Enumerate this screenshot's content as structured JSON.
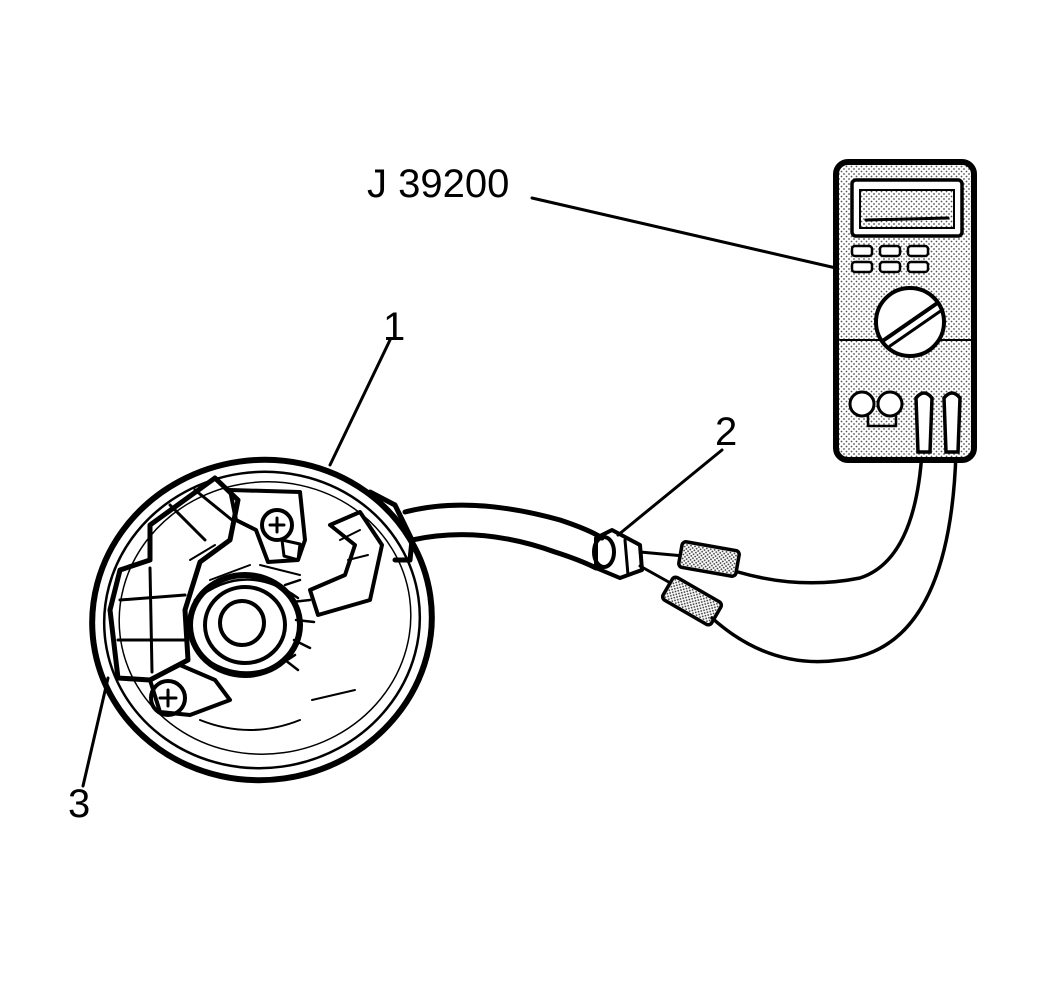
{
  "callouts": {
    "tool": "J 39200",
    "item1": "1",
    "item2": "2",
    "item3": "3"
  },
  "colors": {
    "ink": "#000000",
    "paper": "#ffffff",
    "stipple": "#cfcfcf"
  },
  "icons": {
    "meter": "digital-multimeter-icon",
    "sensor": "sensor-assembly-icon",
    "connector": "connector-icon"
  }
}
